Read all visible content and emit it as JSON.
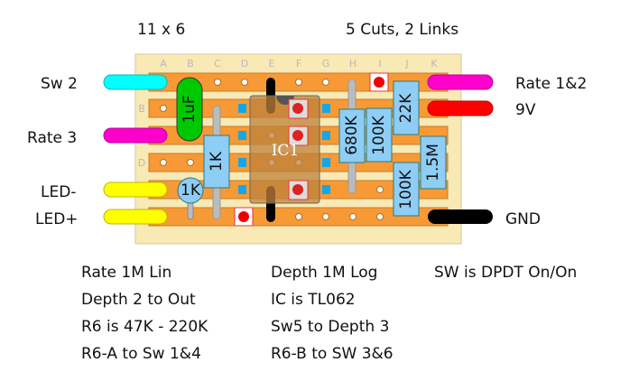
{
  "header": {
    "grid_size": "11 x 6",
    "cuts_links": "5 Cuts, 2 Links"
  },
  "columns": [
    "A",
    "B",
    "C",
    "D",
    "E",
    "F",
    "G",
    "H",
    "I",
    "J",
    "K"
  ],
  "row_labels": {
    "row2": "B",
    "row4": "D"
  },
  "left_wires": [
    {
      "label": "Sw 2",
      "color": "#00ffff"
    },
    {
      "label": "Rate 3",
      "color": "#ff00cc"
    },
    {
      "label": "LED-",
      "color": "#ffff00"
    },
    {
      "label": "LED+",
      "color": "#ffff00"
    }
  ],
  "right_wires": [
    {
      "label": "Rate 1&2",
      "color": "#ff00cc"
    },
    {
      "label": "9V",
      "color": "#ff0000"
    },
    {
      "label": "GND",
      "color": "#000000"
    }
  ],
  "components": {
    "capacitor": "1uF",
    "resistor_1k": "1K",
    "led": "1K",
    "ic": "IC1",
    "r_680k": "680K",
    "r_100k_top": "100K",
    "r_22k": "22K",
    "r_1_5m": "1.5M",
    "r_100k_bottom": "100K"
  },
  "colors": {
    "board": "#f8e9b5",
    "strip": "#f79a35",
    "resistor": "#8ecdf5",
    "capacitor": "#00c800",
    "cut": "#000000",
    "pad": "#ff0000"
  },
  "notes": {
    "col1": [
      "Rate 1M Lin",
      "Depth 2 to Out",
      "R6 is 47K - 220K",
      "R6-A to Sw 1&4"
    ],
    "col2": [
      "Depth 1M Log",
      "IC is TL062",
      "Sw5 to Depth 3",
      "R6-B to SW 3&6"
    ],
    "col3": [
      "SW is DPDT On/On"
    ]
  }
}
